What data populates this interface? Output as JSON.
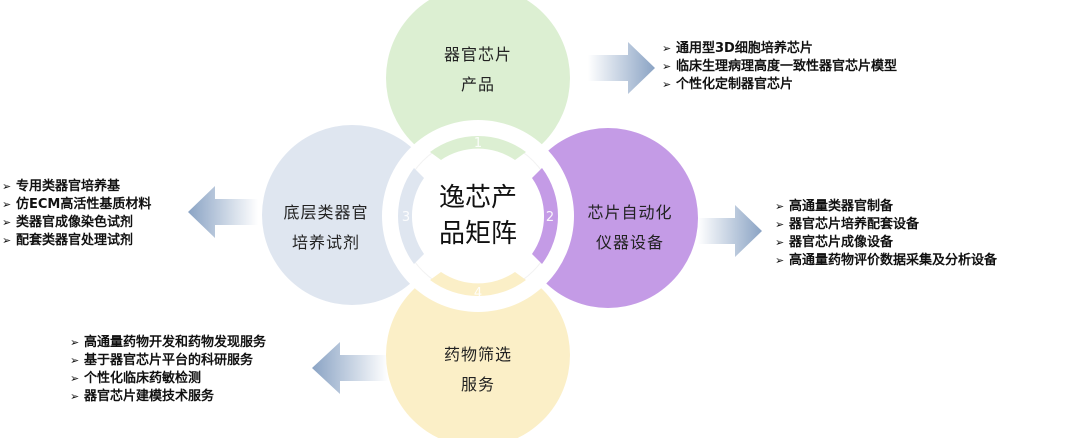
{
  "center": {
    "line1": "逸芯产",
    "line2": "品矩阵"
  },
  "petals": [
    {
      "id": "top",
      "line1": "器官芯片",
      "line2": "产品",
      "number": "1",
      "color": "#dcefd2"
    },
    {
      "id": "right",
      "line1": "芯片自动化",
      "line2": "仪器设备",
      "number": "2",
      "color": "#c49be6"
    },
    {
      "id": "left",
      "line1": "底层类器官",
      "line2": "培养试剂",
      "number": "3",
      "color": "#dfe6f0"
    },
    {
      "id": "bottom",
      "line1": "药物筛选",
      "line2": "服务",
      "number": "4",
      "color": "#fbefc7"
    }
  ],
  "lists": {
    "top": [
      "通用型3D细胞培养芯片",
      "临床生理病理高度一致性器官芯片模型",
      "个性化定制器官芯片"
    ],
    "right": [
      "高通量类器官制备",
      "器官芯片培养配套设备",
      "器官芯片成像设备",
      "高通量药物评价数据采集及分析设备"
    ],
    "left": [
      "专用类器官培养基",
      "仿ECM高活性基质材料",
      "类器官成像染色试剂",
      "配套类器官处理试剂"
    ],
    "bottom": [
      "高通量药物开发和药物发现服务",
      "基于器官芯片平台的科研服务",
      "个性化临床药敏检测",
      "器官芯片建模技术服务"
    ]
  },
  "bullet_symbol": "➢",
  "colors": {
    "arrow": "#8aa3c4",
    "text": "#111111"
  }
}
